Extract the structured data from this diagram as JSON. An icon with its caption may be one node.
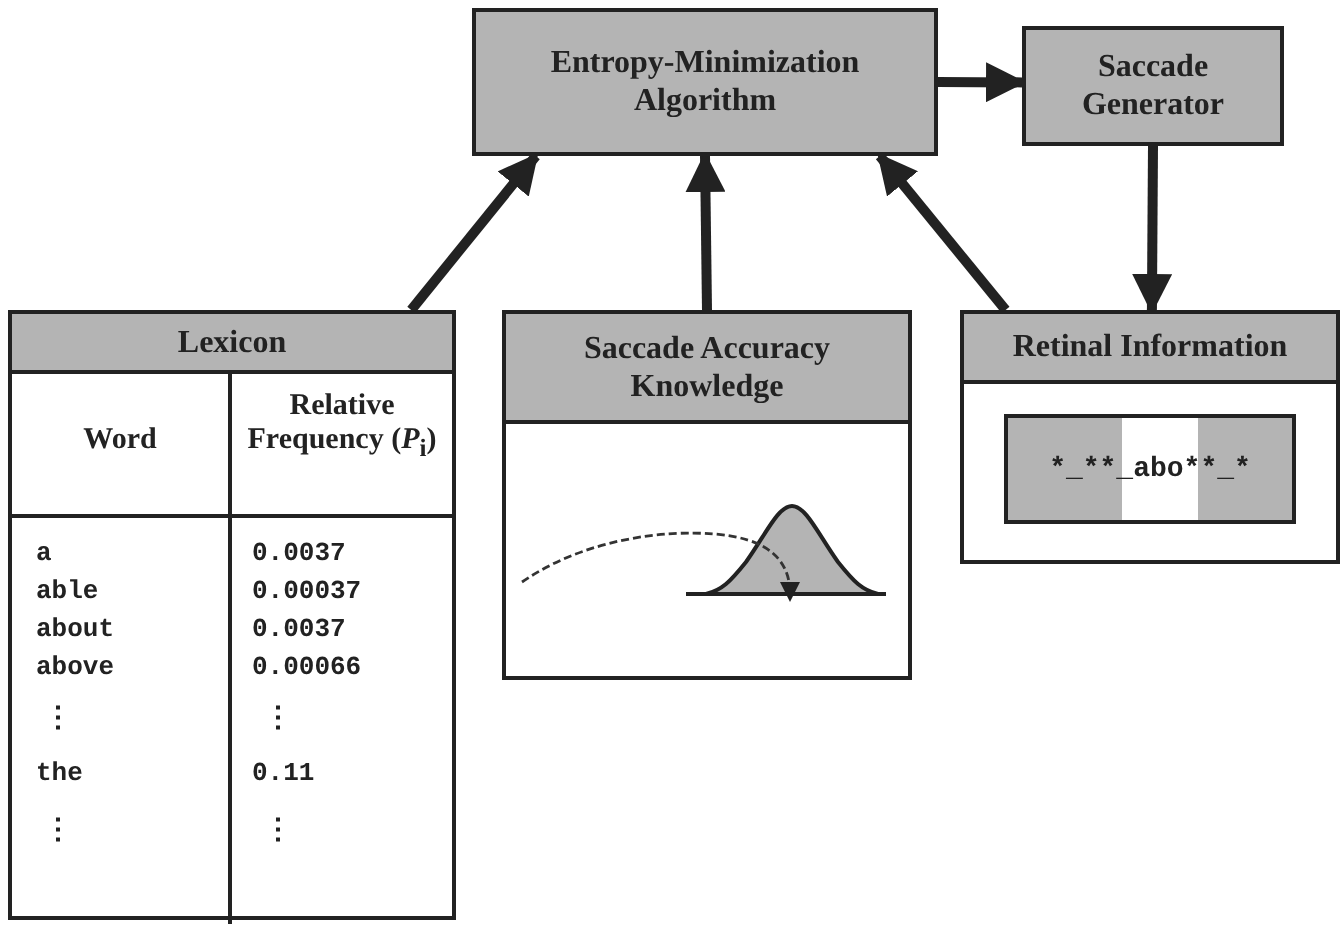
{
  "diagram": {
    "nodes": [
      {
        "text": [
          "Entropy-Minimization Algorithm"
        ]
      },
      {
        "text": [
          "Saccade Generator"
        ]
      },
      {
        "text": [
          "Lexicon"
        ]
      },
      {
        "text": [
          "Saccade Accuracy Knowledge"
        ]
      },
      {
        "text": [
          "Retinal Information"
        ]
      }
    ],
    "edges": [
      {
        "from": 2,
        "to": 0,
        "arrow": "to"
      },
      {
        "from": 3,
        "to": 0,
        "arrow": "to"
      },
      {
        "from": 4,
        "to": 0,
        "arrow": "to"
      },
      {
        "from": 0,
        "to": 1,
        "arrow": "to"
      },
      {
        "from": 1,
        "to": 4,
        "arrow": "to"
      }
    ],
    "labels": [
      "Word",
      "Relative Frequency (*P*$_{i}$)",
      "a",
      "0.0037",
      "able",
      "0.00037",
      "about",
      "0.0037",
      "above",
      "0.00066",
      "⋮",
      "⋮",
      "the",
      "0.11",
      "⋮",
      "⋮",
      "*_**_abo**_*"
    ]
  }
}
